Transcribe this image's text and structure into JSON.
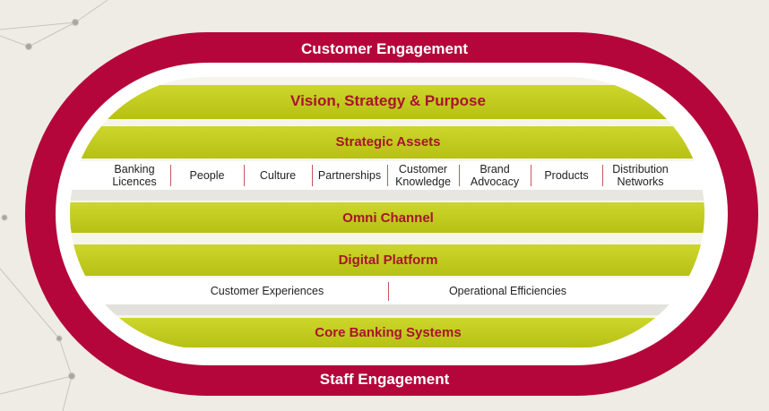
{
  "outer_ring": {
    "top_label": "Customer Engagement",
    "bottom_label": "Staff Engagement"
  },
  "bands": {
    "vision": "Vision, Strategy & Purpose",
    "strategic_assets": "Strategic Assets",
    "omni_channel": "Omni Channel",
    "digital_platform": "Digital Platform",
    "core_banking": "Core Banking Systems"
  },
  "strategic_assets_items": [
    "Banking\nLicences",
    "People",
    "Culture",
    "Partnerships",
    "Customer\nKnowledge",
    "Brand\nAdvocacy",
    "Products",
    "Distribution\nNetworks"
  ],
  "digital_platform_items": [
    "Customer Experiences",
    "Operational Efficiencies"
  ],
  "colors": {
    "red": "#b4063a",
    "green": "#c3cc1e",
    "label_red": "#a8142c",
    "background": "#efece5"
  }
}
